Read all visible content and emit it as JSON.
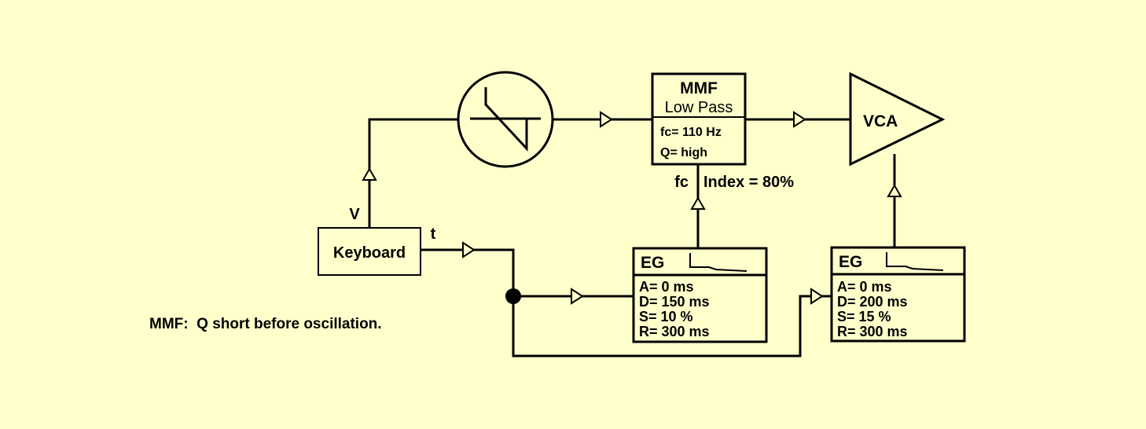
{
  "colors": {
    "background": "#ffffcc",
    "stroke": "#000000"
  },
  "oscillator": {
    "icon": "sawtooth-icon"
  },
  "mmf": {
    "title": "MMF",
    "mode": "Low Pass",
    "fc": "fc= 110 Hz",
    "q": "Q= high"
  },
  "mod": {
    "fc_label": "fc",
    "index_label": "Index = 80%"
  },
  "vca": {
    "label": "VCA"
  },
  "keyboard": {
    "label": "Keyboard",
    "v_label": "V",
    "t_label": "t"
  },
  "eg1": {
    "title": "EG",
    "a": "A= 0 ms",
    "d": "D= 150 ms",
    "s": "S= 10 %",
    "r": "R= 300 ms"
  },
  "eg2": {
    "title": "EG",
    "a": "A= 0 ms",
    "d": "D= 200 ms",
    "s": "S= 15 %",
    "r": "R= 300 ms"
  },
  "note": "MMF:  Q short before oscillation."
}
